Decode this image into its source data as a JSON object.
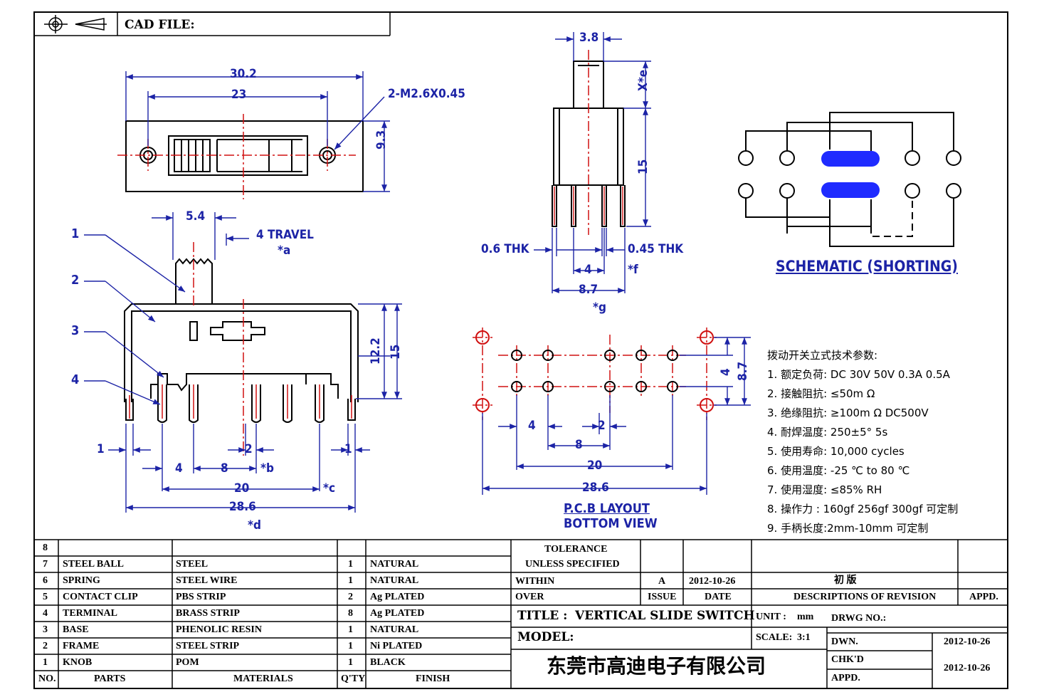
{
  "title_block": {
    "cad_file_label": "CAD FILE:",
    "title_label": "TITLE :",
    "title_value": "VERTICAL SLIDE SWITCH",
    "model_label": "MODEL:",
    "unit_label": "UNIT :",
    "unit_value": "mm",
    "scale_label": "SCALE:",
    "scale_value": "3:1",
    "drwg_no_label": "DRWG NO.:",
    "dwn_label": "DWN.",
    "dwn_date": "2012-10-26",
    "chkd_label": "CHK'D",
    "appd_label": "APPD.",
    "approved_date": "2012-10-26",
    "company": "东莞市高迪电子有限公司",
    "tolerance": "TOLERANCE",
    "unless_specified": "UNLESS SPECIFIED",
    "within": "WITHIN",
    "over": "OVER",
    "issue_label": "ISSUE",
    "date_label": "DATE",
    "descriptions_label": "DESCRIPTIONS OF REVISION",
    "appd_col_label": "APPD.",
    "revision": {
      "issue": "A",
      "date": "2012-10-26",
      "description": "初 版"
    }
  },
  "bom": {
    "headers": {
      "no": "NO.",
      "parts": "PARTS",
      "materials": "MATERIALS",
      "qty": "Q'TY",
      "finish": "FINISH"
    },
    "rows": [
      {
        "no": "8",
        "part": "",
        "material": "",
        "qty": "",
        "finish": ""
      },
      {
        "no": "7",
        "part": "STEEL BALL",
        "material": "STEEL",
        "qty": "1",
        "finish": "NATURAL"
      },
      {
        "no": "6",
        "part": "SPRING",
        "material": "STEEL WIRE",
        "qty": "1",
        "finish": "NATURAL"
      },
      {
        "no": "5",
        "part": "CONTACT CLIP",
        "material": "PBS STRIP",
        "qty": "2",
        "finish": "Ag PLATED"
      },
      {
        "no": "4",
        "part": "TERMINAL",
        "material": "BRASS STRIP",
        "qty": "8",
        "finish": "Ag PLATED"
      },
      {
        "no": "3",
        "part": "BASE",
        "material": "PHENOLIC RESIN",
        "qty": "1",
        "finish": "NATURAL"
      },
      {
        "no": "2",
        "part": "FRAME",
        "material": "STEEL STRIP",
        "qty": "1",
        "finish": "Ni PLATED"
      },
      {
        "no": "1",
        "part": "KNOB",
        "material": "POM",
        "qty": "1",
        "finish": "BLACK"
      }
    ]
  },
  "views": {
    "top": {
      "dim_overall": "30.2",
      "dim_holes": "23",
      "dim_height": "9.3",
      "hole_note": "2-M2.6X0.45"
    },
    "front": {
      "dim_knob": "5.4",
      "travel": "4 TRAVEL",
      "travel_ref": "*a",
      "dim_12_2": "12.2",
      "dim_15": "15",
      "dim_1_left": "1",
      "dim_2": "2",
      "dim_1_right": "1",
      "dim_4": "4",
      "dim_8": "8",
      "ref_b": "*b",
      "dim_20": "20",
      "ref_c": "*c",
      "dim_28_6": "28.6",
      "ref_d": "*d",
      "callouts": [
        "1",
        "2",
        "3",
        "4"
      ]
    },
    "side": {
      "dim_3_8": "3.8",
      "x_e": "X*e",
      "dim_15": "15",
      "thk_06": "0.6 THK",
      "thk_045": "0.45 THK",
      "dim_4": "4",
      "ref_f": "*f",
      "dim_8_7": "8.7",
      "ref_g": "*g"
    },
    "pcb": {
      "dim_4": "4",
      "dim_2": "2",
      "dim_8": "8",
      "dim_20": "20",
      "dim_28_6": "28.6",
      "dim_4_v": "4",
      "dim_8_7_v": "8.7",
      "caption_1": "P.C.B LAYOUT",
      "caption_2": "BOTTOM VIEW"
    },
    "schematic": {
      "caption": "SCHEMATIC (SHORTING)"
    }
  },
  "specs": {
    "heading": "拨动开关立式技术参数:",
    "items": [
      "1.  额定负荷: DC 30V    50V    0.3A    0.5A",
      "2.  接触阻抗:  ≤50m Ω",
      "3.  绝缘阻抗:  ≥100m Ω   DC500V",
      "4.  耐焊温度: 250±5°  5s",
      "5.  使用寿命: 10,000 cycles",
      "6.  使用温度: -25  ℃   to 80  ℃",
      "7.  使用湿度:  ≤85% RH",
      "8.  操作力 : 160gf    256gf    300gf  可定制",
      "9.  手柄长度:2mm-10mm   可定制"
    ]
  },
  "colors": {
    "dimension": "#1c23a6",
    "centerline": "#d01010",
    "contact": "#1f2bff",
    "line": "#000000"
  }
}
